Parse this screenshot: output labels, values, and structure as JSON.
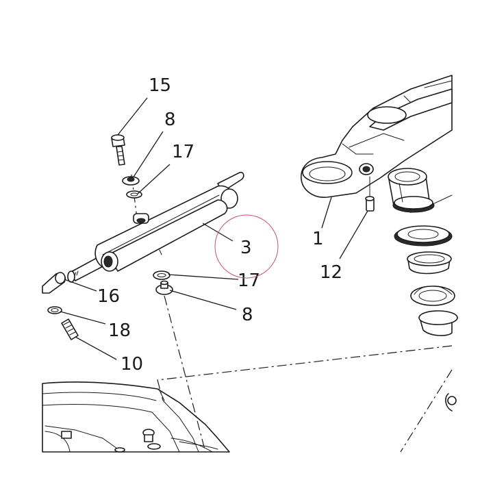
{
  "diagram": {
    "part_labels": {
      "p1": "1",
      "p3": "3",
      "p8_top": "8",
      "p8_bottom": "8",
      "p10": "10",
      "p12": "12",
      "p15": "15",
      "p16": "16",
      "p17_top": "17",
      "p17_bottom": "17",
      "p18": "18"
    },
    "highlighted_part": "3",
    "colors": {
      "ink": "#1a1a1a",
      "highlight_circle": "#c8506a",
      "background": "#ffffff"
    }
  }
}
